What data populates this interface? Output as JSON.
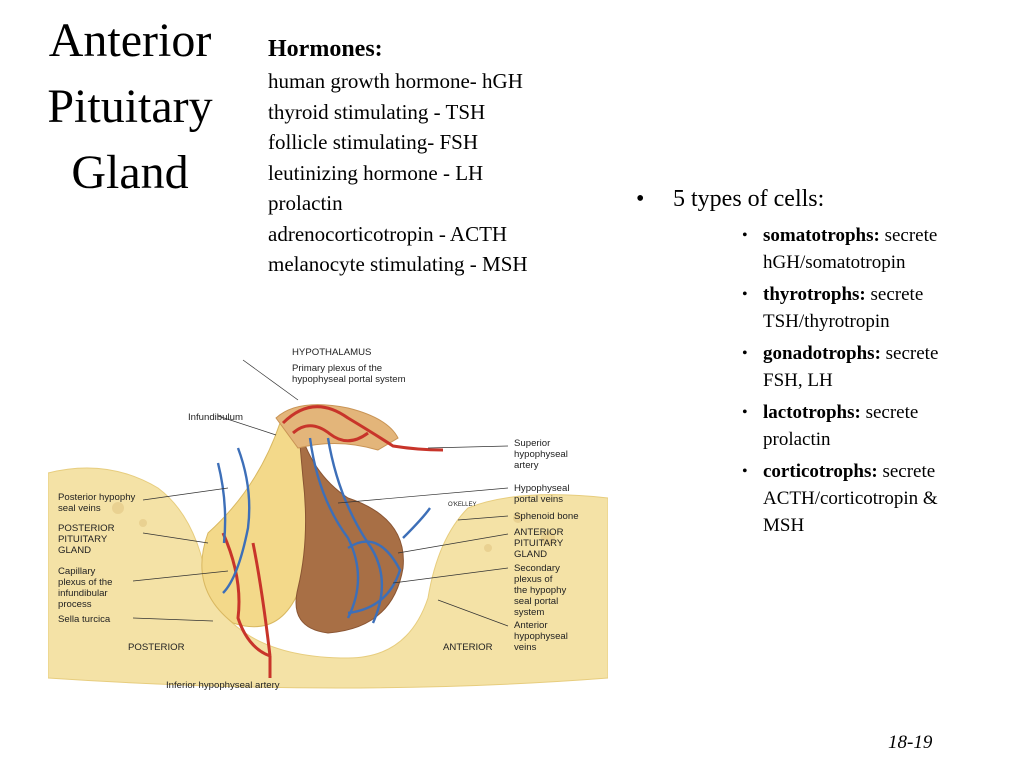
{
  "title": {
    "lines": [
      "Anterior",
      "Pituitary",
      "Gland"
    ]
  },
  "hormones": {
    "heading": "Hormones:",
    "items": [
      "human growth hormone- hGH",
      "thyroid stimulating - TSH",
      "follicle stimulating- FSH",
      "leutinizing hormone - LH",
      "prolactin",
      "adrenocorticotropin - ACTH",
      "melanocyte stimulating - MSH"
    ]
  },
  "cells": {
    "heading": "5 types of cells:",
    "items": [
      {
        "term": "somatotrophs:",
        "line1": " secrete",
        "line2": "hGH/somatotropin"
      },
      {
        "term": "thyrotrophs:",
        "line1": " secrete",
        "line2": "TSH/thyrotropin"
      },
      {
        "term": "gonadotrophs:",
        "line1": " secrete",
        "line2": "FSH, LH"
      },
      {
        "term": "lactotrophs:",
        "line1": " secrete",
        "line2": "prolactin"
      },
      {
        "term": "corticotrophs:",
        "line1": " secrete",
        "line2": "ACTH/corticotropin &",
        "line3": "MSH"
      }
    ]
  },
  "diagram": {
    "labels": {
      "hypothalamus": "HYPOTHALAMUS",
      "primary_plexus_1": "Primary plexus of the",
      "primary_plexus_2": "hypophyseal portal system",
      "infundibulum": "Infundibulum",
      "post_veins_1": "Posterior hypophy",
      "post_veins_2": "seal veins",
      "post_gland_1": "POSTERIOR",
      "post_gland_2": "PITUITARY",
      "post_gland_3": "GLAND",
      "capillary_1": "Capillary",
      "capillary_2": "plexus of the",
      "capillary_3": "infundibular",
      "capillary_4": "process",
      "sella": "Sella turcica",
      "posterior": "POSTERIOR",
      "inferior_artery": "Inferior hypophyseal artery",
      "superior_1": "Superior",
      "superior_2": "hypophyseal",
      "superior_3": "artery",
      "portal_veins_1": "Hypophyseal",
      "portal_veins_2": "portal veins",
      "sphenoid": "Sphenoid bone",
      "ant_gland_1": "ANTERIOR",
      "ant_gland_2": "PITUITARY",
      "ant_gland_3": "GLAND",
      "secondary_1": "Secondary",
      "secondary_2": "plexus of",
      "secondary_3": "the hypophy",
      "secondary_4": "seal portal",
      "secondary_5": "system",
      "ant_veins_1": "Anterior",
      "ant_veins_2": "hypophyseal",
      "ant_veins_3": "veins",
      "anterior": "ANTERIOR",
      "signature": "O'KELLEY"
    }
  },
  "page_number": "18-19",
  "colors": {
    "bone": "#f4e2a6",
    "posterior_lobe": "#f3d98a",
    "anterior_lobe": "#a86f45",
    "artery": "#c8342a",
    "vein": "#3d6fb8"
  }
}
